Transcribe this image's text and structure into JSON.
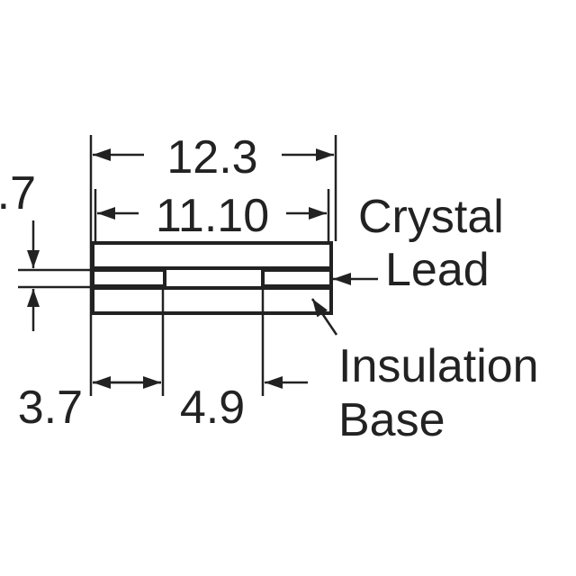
{
  "dimensions": {
    "overall_width": "12.3",
    "inner_width": "11.10",
    "lead_thickness": ".7",
    "lead_length": "3.7",
    "lead_gap": "4.9"
  },
  "labels": {
    "crystal": "Crystal",
    "lead": "Lead",
    "insulation": "Insulation",
    "base": "Base"
  },
  "colors": {
    "ink": "#222222",
    "background": "#ffffff"
  }
}
